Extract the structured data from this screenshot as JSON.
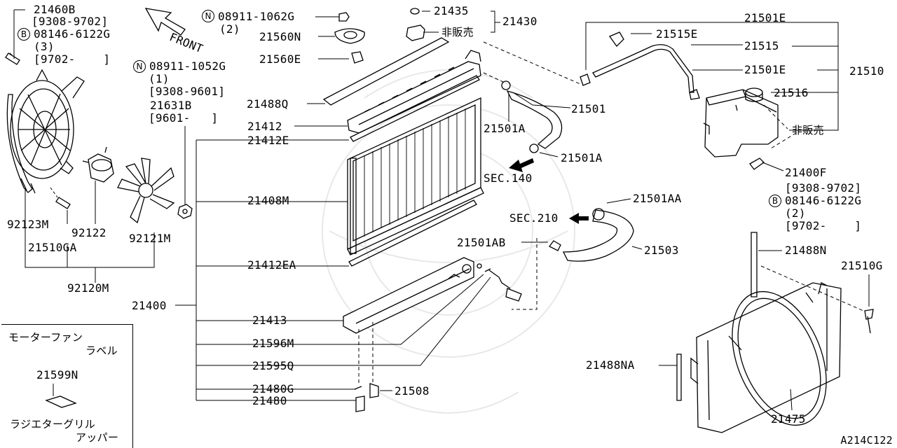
{
  "diagram_id": "A214C122",
  "front_label": "FRONT",
  "left_group": {
    "p21460b": "21460B",
    "p21460b_date": "[9308-9702]",
    "bolt_symbol": "B",
    "bolt_part": "08146-6122G",
    "bolt_qty": "(3)",
    "bolt_date": "[9702-    ]",
    "nut_symbol": "N",
    "nut_part": "08911-1052G",
    "nut_qty": "(1)",
    "nut_date": "[9308-9601]",
    "p21631b": "21631B",
    "p21631b_date": "[9601-   ]",
    "p92123m": "92123M",
    "p92122": "92122",
    "p21510ga": "21510GA",
    "p92121m": "92121M",
    "p92120m": "92120M"
  },
  "top_group": {
    "nut_symbol": "N",
    "nut_part": "08911-1062G",
    "nut_qty": "(2)",
    "p21435": "21435",
    "p21430": "21430",
    "not_sold": "非販売",
    "p21560n": "21560N",
    "p21560e": "21560E",
    "p21488q": "21488Q"
  },
  "radiator_group": {
    "p21412": "21412",
    "p21412e": "21412E",
    "p21408m": "21408M",
    "p21412ea": "21412EA",
    "p21400": "21400",
    "p21413": "21413",
    "p21596m": "21596M",
    "p21595q": "21595Q",
    "p21480g": "21480G",
    "p21480": "21480",
    "p21508": "21508"
  },
  "hose_group": {
    "p21501": "21501",
    "p21501a_1": "21501A",
    "p21501a_2": "21501A",
    "sec140": "SEC.140",
    "p21501aa": "21501AA",
    "sec210": "SEC.210",
    "p21501ab": "21501AB",
    "p21503": "21503"
  },
  "reservoir_group": {
    "p21501e_1": "21501E",
    "p21515e": "21515E",
    "p21515": "21515",
    "p21501e_2": "21501E",
    "p21510": "21510",
    "p21516": "21516",
    "not_sold": "非販売",
    "p21400f": "21400F",
    "p21400f_date": "[9308-9702]",
    "bolt_symbol": "B",
    "bolt_part": "08146-6122G",
    "bolt_qty": "(2)",
    "bolt_date": "[9702-    ]"
  },
  "shroud_group": {
    "p21488n": "21488N",
    "p21510g": "21510G",
    "p21488na": "21488NA",
    "p21475": "21475"
  },
  "inset": {
    "motor_fan_label_l1": "モーターファン",
    "motor_fan_label_l2": "ラベル",
    "p21599n": "21599N",
    "grille_label_l1": "ラジエターグリル",
    "grille_label_l2": "アッパー"
  }
}
